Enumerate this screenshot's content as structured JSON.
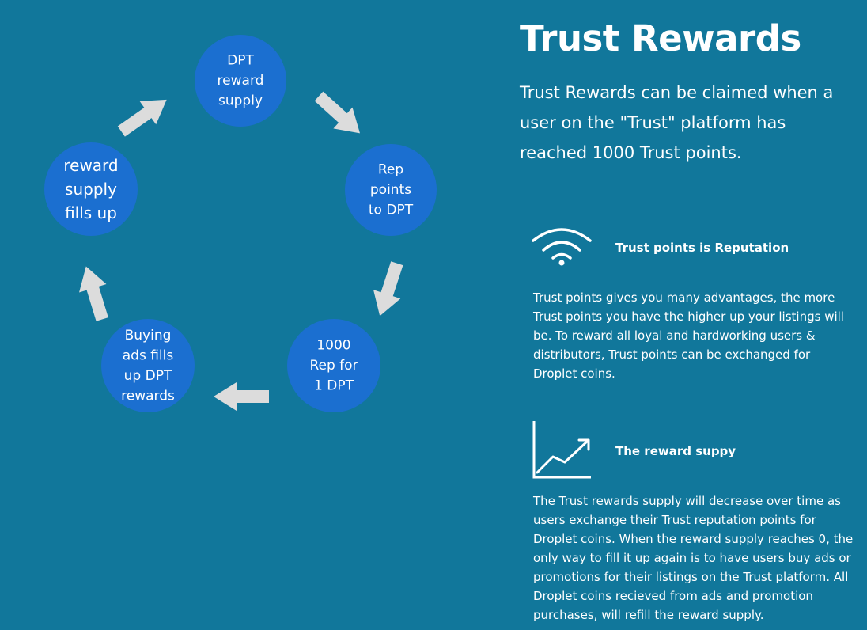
{
  "diagram": {
    "nodes": [
      {
        "id": "dpt-reward-supply",
        "lines": [
          "DPT",
          "reward",
          "supply"
        ]
      },
      {
        "id": "rep-points-to-dpt",
        "lines": [
          "Rep",
          "points",
          "to DPT"
        ]
      },
      {
        "id": "1000-rep-for-1-dpt",
        "lines": [
          "1000",
          "Rep for",
          "1 DPT"
        ]
      },
      {
        "id": "buying-ads-fills-up-dpt-rewards",
        "lines": [
          "Buying",
          "ads fills",
          "up DPT",
          "rewards"
        ]
      },
      {
        "id": "reward-supply-fills-up",
        "lines": [
          "reward",
          "supply",
          "fills up"
        ]
      }
    ],
    "edges": [
      {
        "from": "dpt-reward-supply",
        "to": "rep-points-to-dpt"
      },
      {
        "from": "rep-points-to-dpt",
        "to": "1000-rep-for-1-dpt"
      },
      {
        "from": "1000-rep-for-1-dpt",
        "to": "buying-ads-fills-up-dpt-rewards"
      },
      {
        "from": "buying-ads-fills-up-dpt-rewards",
        "to": "reward-supply-fills-up"
      },
      {
        "from": "reward-supply-fills-up",
        "to": "dpt-reward-supply"
      }
    ]
  },
  "colors": {
    "background": "#11779b",
    "node_fill": "#1b6fd0",
    "arrow_fill": "#dcdcdc",
    "text": "#ffffff"
  },
  "main": {
    "title": "Trust Rewards",
    "intro": "Trust Rewards can be claimed when a user on the \"Trust\" platform has reached 1000 Trust points."
  },
  "features": [
    {
      "icon": "wifi-signal-icon",
      "title": "Trust points is Reputation",
      "text": "Trust points gives you many advantages, the more Trust points you have the higher up your listings will be. To reward all loyal and hardworking users & distributors, Trust points can be exchanged for Droplet coins."
    },
    {
      "icon": "growth-chart-icon",
      "title": "The reward suppy",
      "text": "The Trust rewards supply will decrease over time as users exchange their Trust reputation points for Droplet coins. When the reward supply reaches 0, the only way to fill it up again is to have users buy ads or promotions for their listings on the Trust platform. All Droplet coins recieved from ads and promotion purchases, will refill the reward supply."
    }
  ]
}
